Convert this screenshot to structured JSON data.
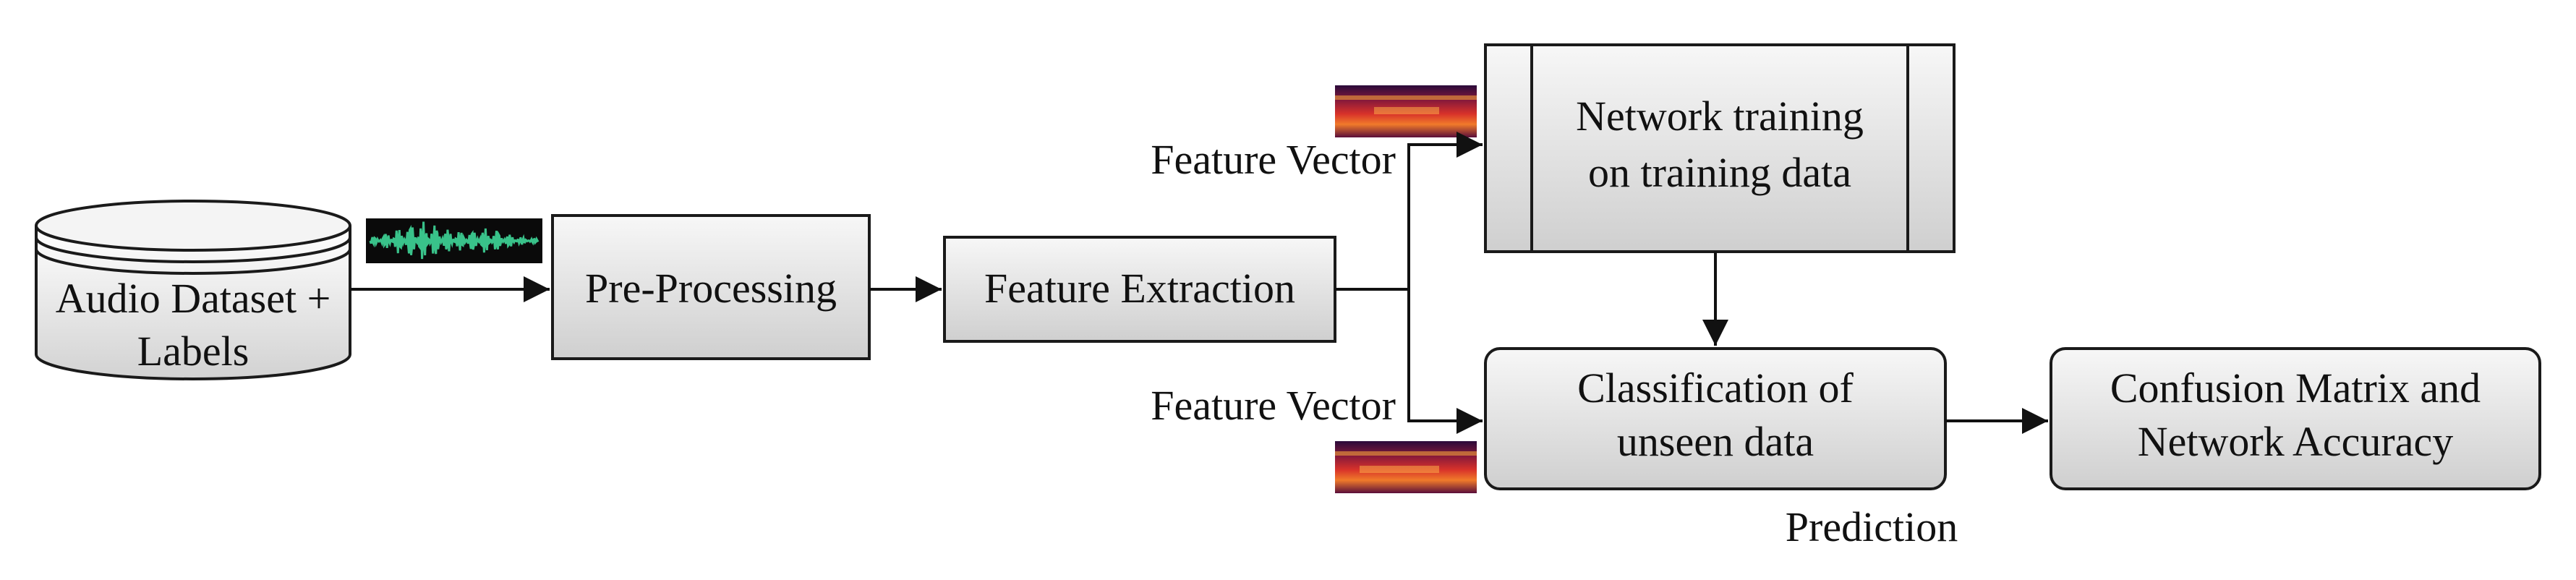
{
  "nodes": {
    "dataset": [
      "Audio Dataset +",
      "Labels"
    ],
    "preprocessing": "Pre-Processing",
    "feature_extraction": "Feature Extraction",
    "training": [
      "Network training",
      "on training data"
    ],
    "classification": [
      "Classification of",
      "unseen data"
    ],
    "results": [
      "Confusion Matrix and",
      "Network Accuracy"
    ]
  },
  "edge_labels": {
    "feature_vector_top": "Feature Vector",
    "feature_vector_bottom": "Feature Vector",
    "prediction": "Prediction"
  },
  "icons": {
    "waveform": "audio-waveform-thumbnail",
    "spectrogram": "spectrogram-thumbnail"
  },
  "colors": {
    "box_fill_top": "#f7f7f7",
    "box_fill_bottom": "#cfcfcf",
    "stroke": "#1a1a1a",
    "waveform_bg": "#0a0a0a",
    "waveform_wave": "#39c28a"
  }
}
